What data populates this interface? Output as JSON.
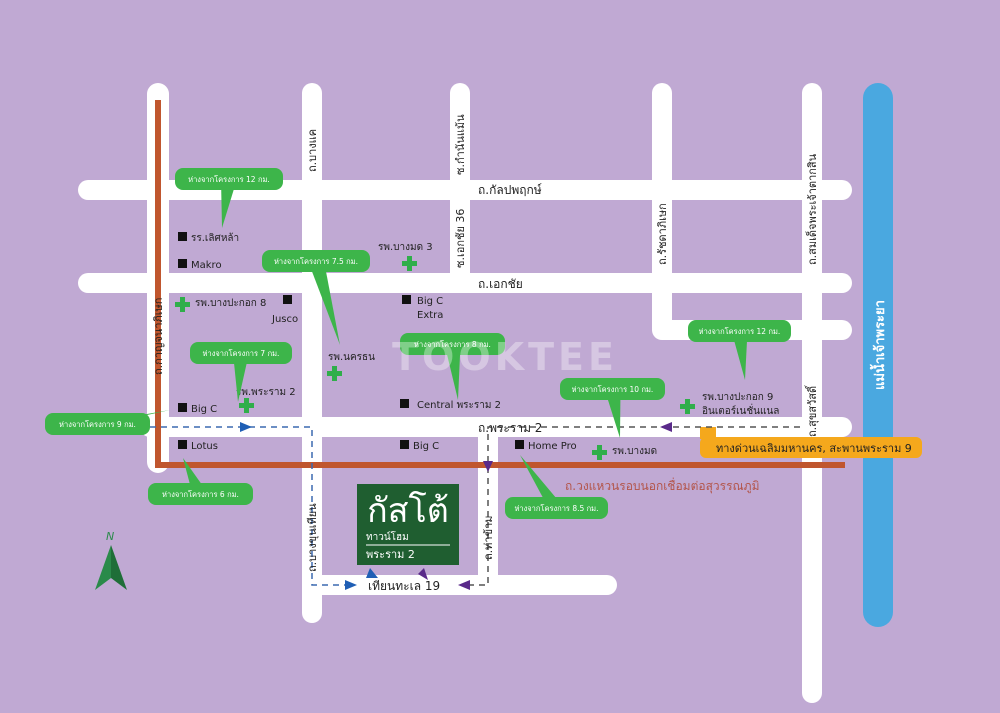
{
  "colors": {
    "background": "#c0a9d3",
    "road": "#ffffff",
    "ring_road": "#c0562e",
    "river": "#4aa8e0",
    "expressway": "#f5a81c",
    "callout": "#3db54a",
    "logo_bg": "#1f5e30"
  },
  "roads": {
    "kalapaphruek": "ถ.กัลปพฤกษ์",
    "ekkachai": "ถ.เอกชัย",
    "rama2": "ถ.พระราม 2",
    "tianthale19": "เทียนทะเล 19",
    "ring": "ถ.วงแหวนรอบนอกเชื่อมต่อสุวรรณภูมิ",
    "kanchanaphisek": "ถ.กาญจนาภิเษก",
    "bangkhae": "ถ.บางแค",
    "kamnanmaen": "ซ.กำนันแม้น",
    "ekkachai36": "ซ.เอกชัย 36",
    "ratchadaphisek": "ถ.รัชดาภิเษก",
    "taksin": "ถ.สมเด็จพระเจ้าตากสิน",
    "suksawat": "ถ.สุขสวัสดิ์",
    "bangkhunthian": "ถ.บางขุนเทียน",
    "thakham": "ถ.ท่าข้าม",
    "river": "แม่น้ำเจ้าพระยา",
    "expressway": "ทางด่วนเฉลิมมหานคร, สะพานพระราม 9"
  },
  "places": {
    "lertla": "รร.เลิศหล้า",
    "makro": "Makro",
    "jusco": "Jusco",
    "bigc_extra_1": "Big C",
    "bigc_extra_2": "Extra",
    "bigc_w": "Big C",
    "lotus": "Lotus",
    "central": "Central พระราม 2",
    "bigc_c": "Big C",
    "homepro": "Home Pro"
  },
  "hospitals": {
    "bangmod3": "รพ.บางมด 3",
    "bangpakok8": "รพ.บางปะกอก 8",
    "nakornthon": "รพ.นครธน",
    "rama2": "รพ.พระราม 2",
    "bangmod": "รพ.บางมด",
    "bangpakok9_1": "รพ.บางปะกอก 9",
    "bangpakok9_2": "อินเตอร์เนชั่นแนล"
  },
  "callouts": [
    "ห่างจากโครงการ 12 กม.",
    "ห่างจากโครงการ 7.5 กม.",
    "ห่างจากโครงการ 7 กม.",
    "ห่างจากโครงการ 9 กม.",
    "ห่างจากโครงการ 6 กม.",
    "ห่างจากโครงการ 8 กม.",
    "ห่างจากโครงการ 10 กม.",
    "ห่างจากโครงการ 12 กม.",
    "ห่างจากโครงการ 8.5 กม."
  ],
  "project": {
    "name": "กัสโต้",
    "type": "ทาวน์โฮม",
    "location": "พระราม 2"
  },
  "north": "N",
  "watermark": "TOOKTEE"
}
